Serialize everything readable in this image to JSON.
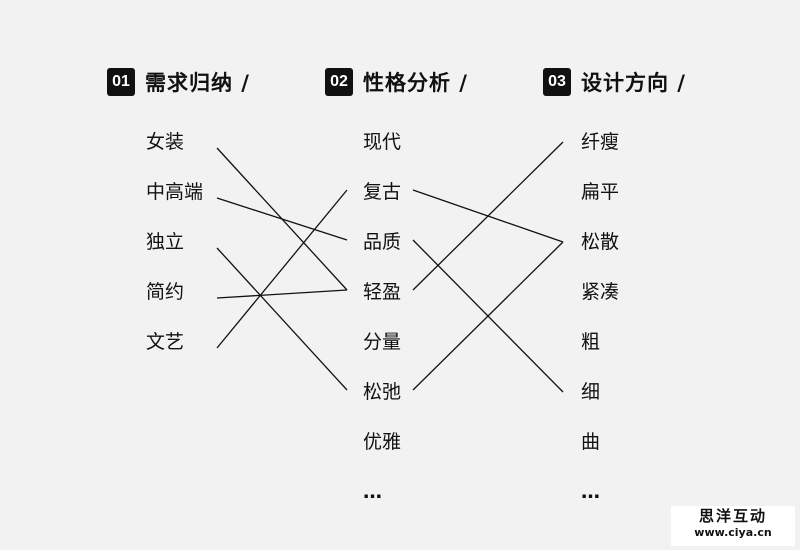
{
  "columns": [
    {
      "number": "01",
      "title": "需求归纳 /",
      "items": [
        "女装",
        "中高端",
        "独立",
        "简约",
        "文艺"
      ]
    },
    {
      "number": "02",
      "title": "性格分析 /",
      "items": [
        "现代",
        "复古",
        "品质",
        "轻盈",
        "分量",
        "松弛",
        "优雅",
        "…"
      ]
    },
    {
      "number": "03",
      "title": "设计方向 /",
      "items": [
        "纤瘦",
        "扁平",
        "松散",
        "紧凑",
        "粗",
        "细",
        "曲",
        "…"
      ]
    }
  ],
  "connections": [
    {
      "from": [
        0,
        0
      ],
      "to": [
        1,
        3
      ]
    },
    {
      "from": [
        0,
        1
      ],
      "to": [
        1,
        2
      ]
    },
    {
      "from": [
        0,
        2
      ],
      "to": [
        1,
        5
      ]
    },
    {
      "from": [
        0,
        3
      ],
      "to": [
        1,
        3
      ]
    },
    {
      "from": [
        0,
        4
      ],
      "to": [
        1,
        1
      ]
    },
    {
      "from": [
        1,
        1
      ],
      "to": [
        2,
        2
      ]
    },
    {
      "from": [
        1,
        2
      ],
      "to": [
        2,
        5
      ]
    },
    {
      "from": [
        1,
        3
      ],
      "to": [
        2,
        0
      ]
    },
    {
      "from": [
        1,
        5
      ],
      "to": [
        2,
        2
      ]
    }
  ],
  "watermark": {
    "name": "思洋互动",
    "url": "www.ciya.cn"
  },
  "colors": {
    "line": "#111111",
    "badge": "#111111",
    "background": "#f2f2f2"
  }
}
